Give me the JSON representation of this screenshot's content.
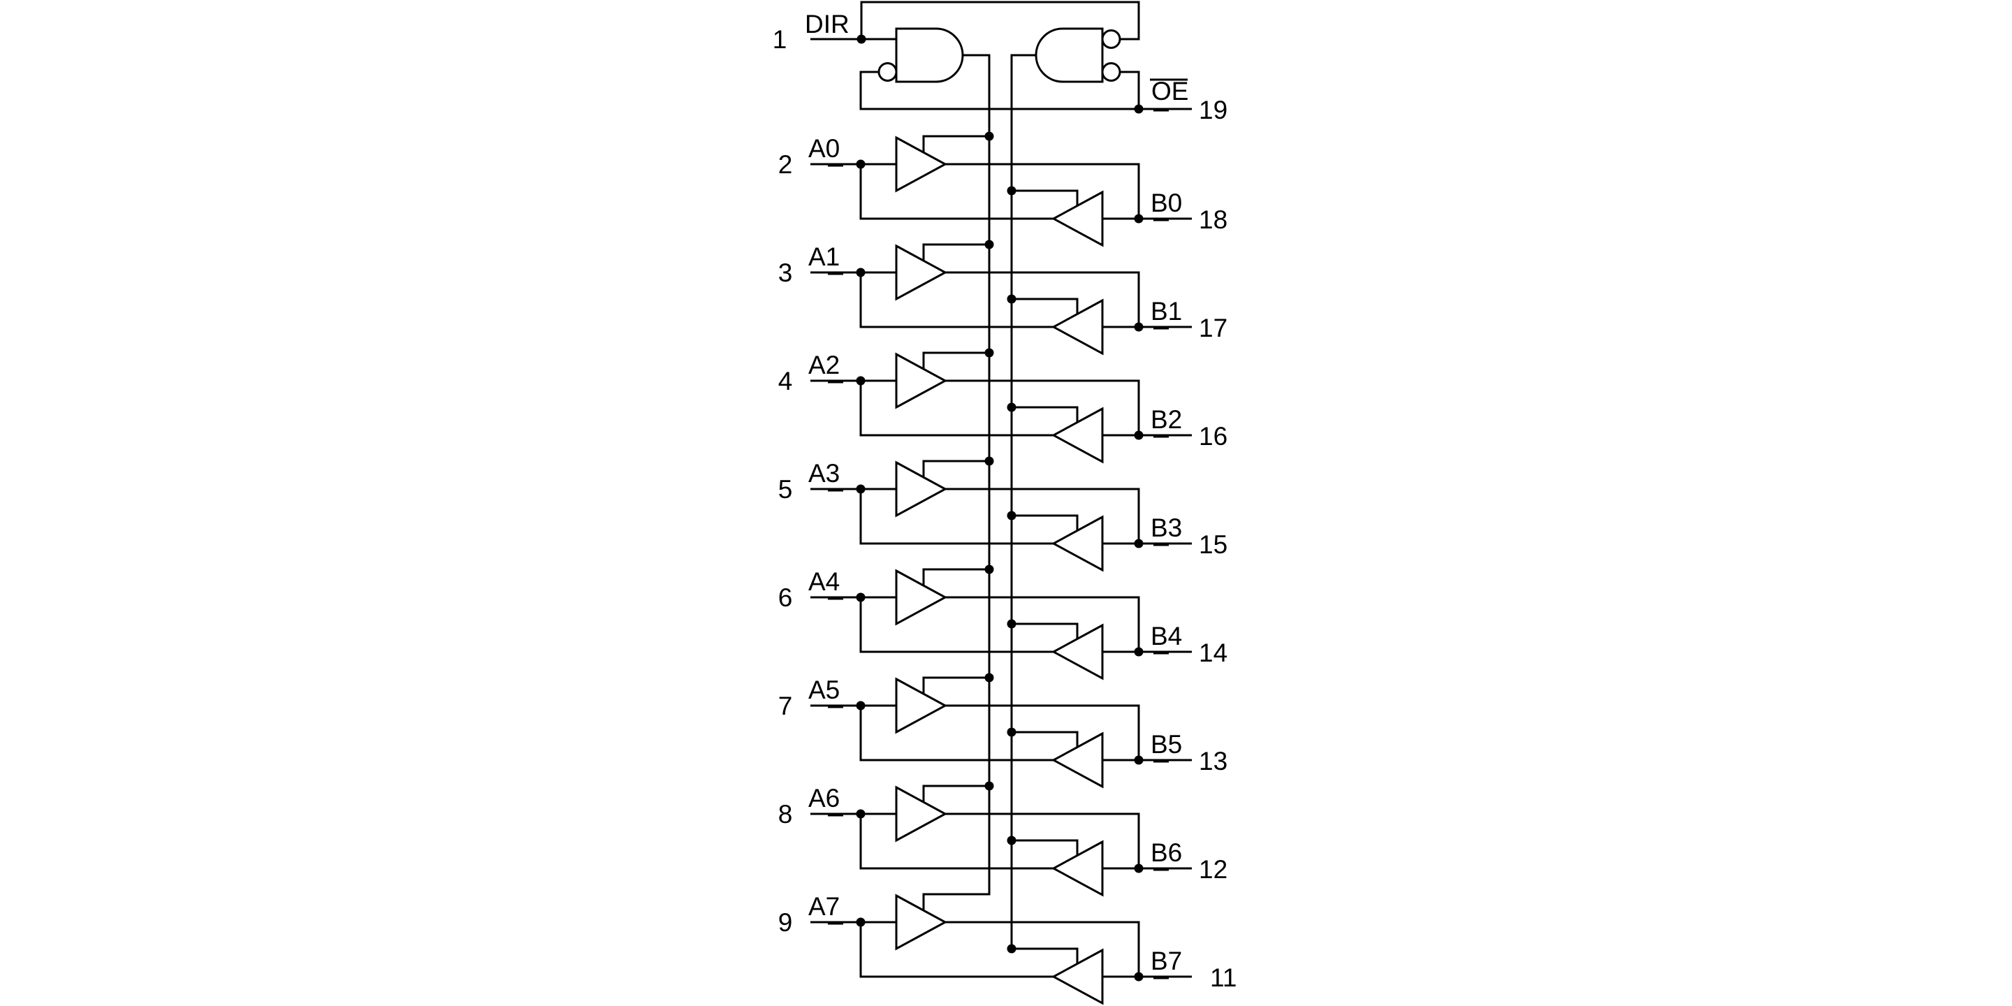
{
  "page": {
    "background": "#ffffff",
    "line_color": "#000000"
  },
  "diagram": {
    "control": {
      "dir_pin": "1",
      "dir_label": "DIR",
      "oe_label": "OE",
      "oe_overline": true,
      "oe_pin": "19"
    },
    "channels": [
      {
        "a_pin": "2",
        "a_label": "A0",
        "b_label": "B0",
        "b_pin": "18"
      },
      {
        "a_pin": "3",
        "a_label": "A1",
        "b_label": "B1",
        "b_pin": "17"
      },
      {
        "a_pin": "4",
        "a_label": "A2",
        "b_label": "B2",
        "b_pin": "16"
      },
      {
        "a_pin": "5",
        "a_label": "A3",
        "b_label": "B3",
        "b_pin": "15"
      },
      {
        "a_pin": "6",
        "a_label": "A4",
        "b_label": "B4",
        "b_pin": "14"
      },
      {
        "a_pin": "7",
        "a_label": "A5",
        "b_label": "B5",
        "b_pin": "13"
      },
      {
        "a_pin": "8",
        "a_label": "A6",
        "b_label": "B6",
        "b_pin": "12"
      },
      {
        "a_pin": "9",
        "a_label": "A7",
        "b_label": "B7",
        "b_pin": "11"
      }
    ]
  }
}
